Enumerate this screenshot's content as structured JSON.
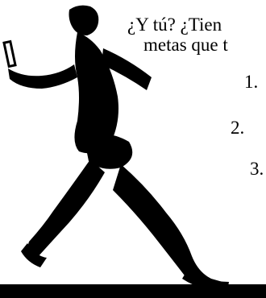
{
  "text": {
    "line1": "¿Y tú?  ¿Tien",
    "line2": "metas que t"
  },
  "list": {
    "items": [
      "1.",
      "2.",
      "3."
    ]
  },
  "image": {
    "icon": "runner-with-baton-icon"
  },
  "colors": {
    "background": "#ffffff",
    "foreground": "#000000"
  }
}
